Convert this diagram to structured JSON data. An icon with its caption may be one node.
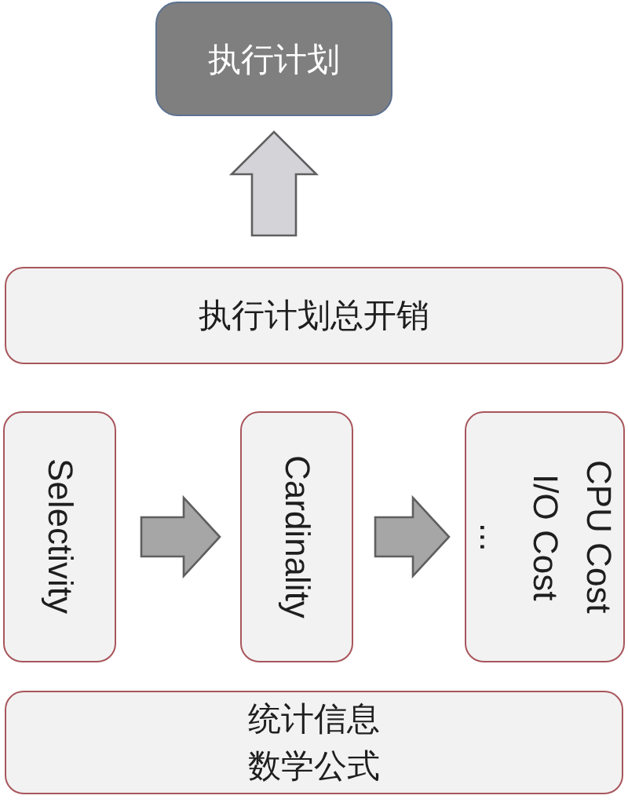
{
  "diagram": {
    "nodes": [
      {
        "text": [
          "执行计划"
        ]
      },
      {
        "text": [
          "执行计划总开销"
        ]
      },
      {
        "text": [
          "Selectivity"
        ]
      },
      {
        "text": [
          "Cardinality"
        ]
      },
      {
        "text": [
          "CPU Cost",
          "I/O Cost",
          "..."
        ]
      },
      {
        "text": [
          "统计信息",
          "数学公式"
        ]
      }
    ],
    "edges": [
      {
        "from": 1,
        "to": 0,
        "arrow": "to",
        "color": "#d3d3d8"
      },
      {
        "from": 2,
        "to": 3,
        "arrow": "to"
      },
      {
        "from": 3,
        "to": 4,
        "arrow": "to"
      }
    ]
  }
}
